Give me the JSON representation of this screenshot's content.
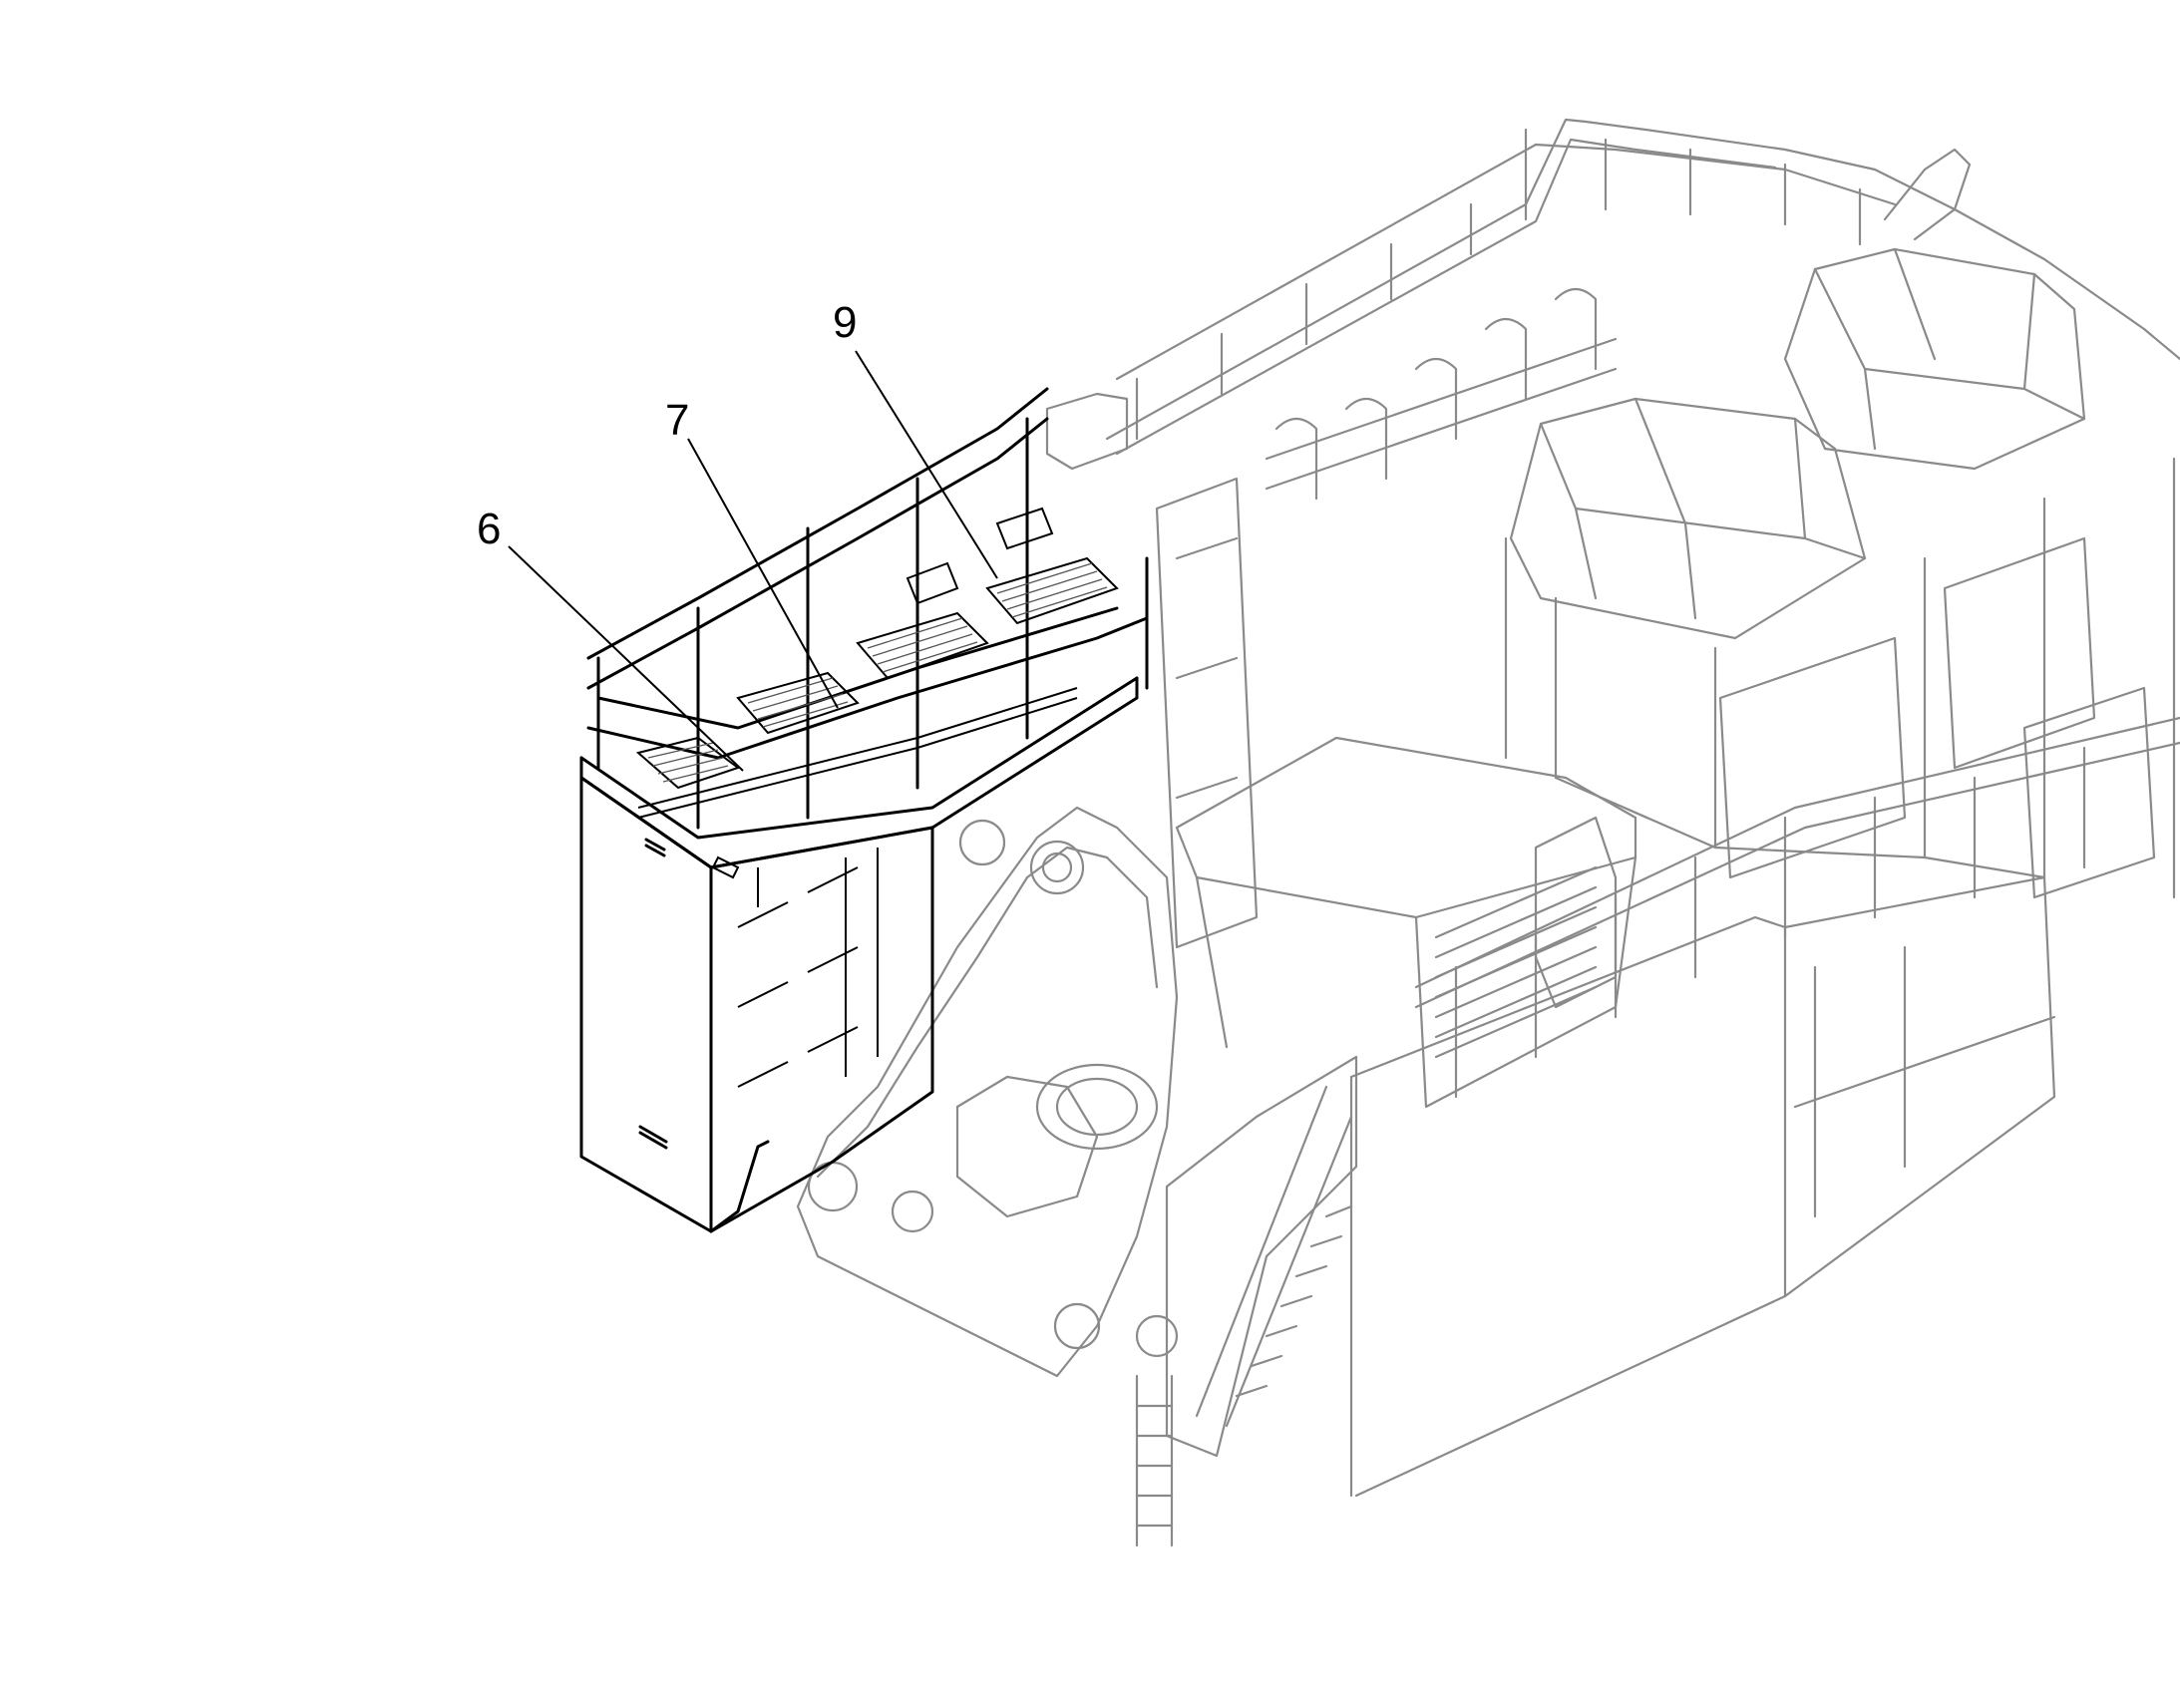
{
  "callouts": [
    {
      "label": "6"
    },
    {
      "label": "7"
    },
    {
      "label": "9"
    }
  ]
}
